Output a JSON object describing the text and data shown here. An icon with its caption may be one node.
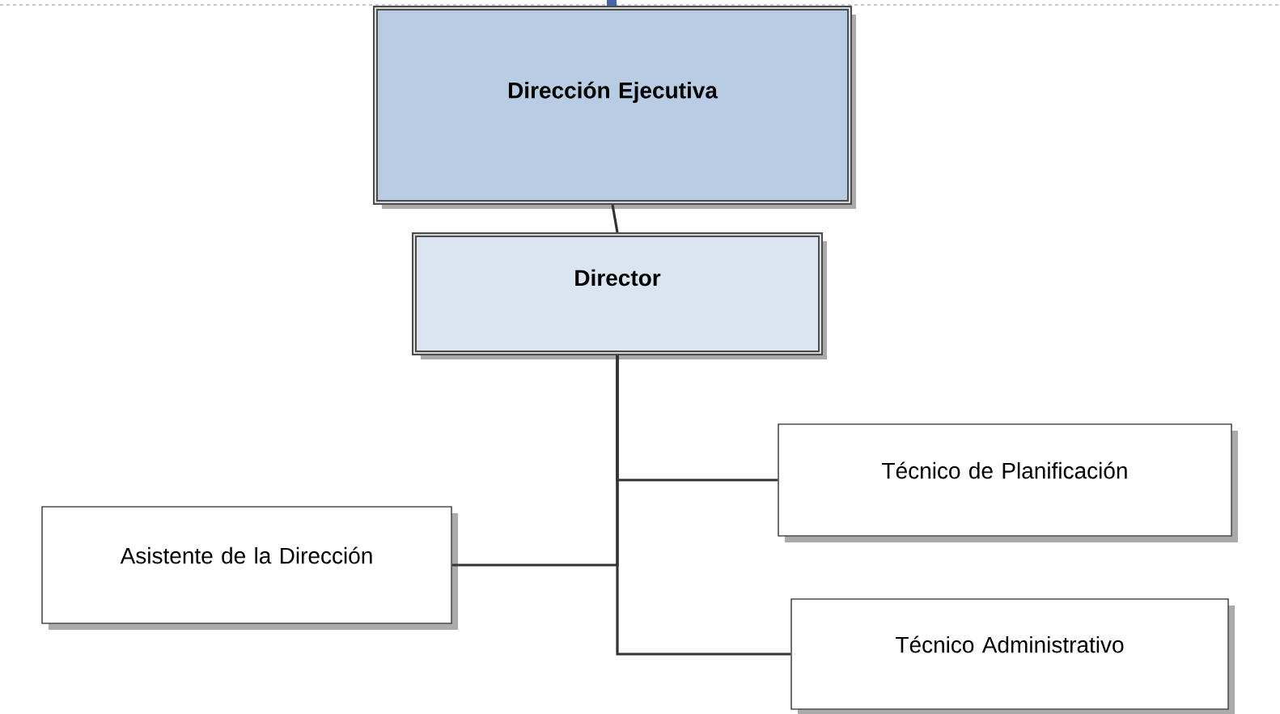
{
  "diagram": {
    "nodes": [
      {
        "text": [
          "Dirección Ejecutiva"
        ]
      },
      {
        "text": [
          "Director"
        ]
      },
      {
        "text": [
          "Técnico de Planificación"
        ]
      },
      {
        "text": [
          "Asistente de la Dirección"
        ]
      },
      {
        "text": [
          "Técnico Administrativo"
        ]
      }
    ],
    "edges": [
      {
        "from": 0,
        "to": 1,
        "arrow": "none"
      },
      {
        "from": 1,
        "to": 2,
        "arrow": "none"
      },
      {
        "from": 1,
        "to": 3,
        "arrow": "none"
      },
      {
        "from": 1,
        "to": 4,
        "arrow": "none"
      }
    ]
  }
}
